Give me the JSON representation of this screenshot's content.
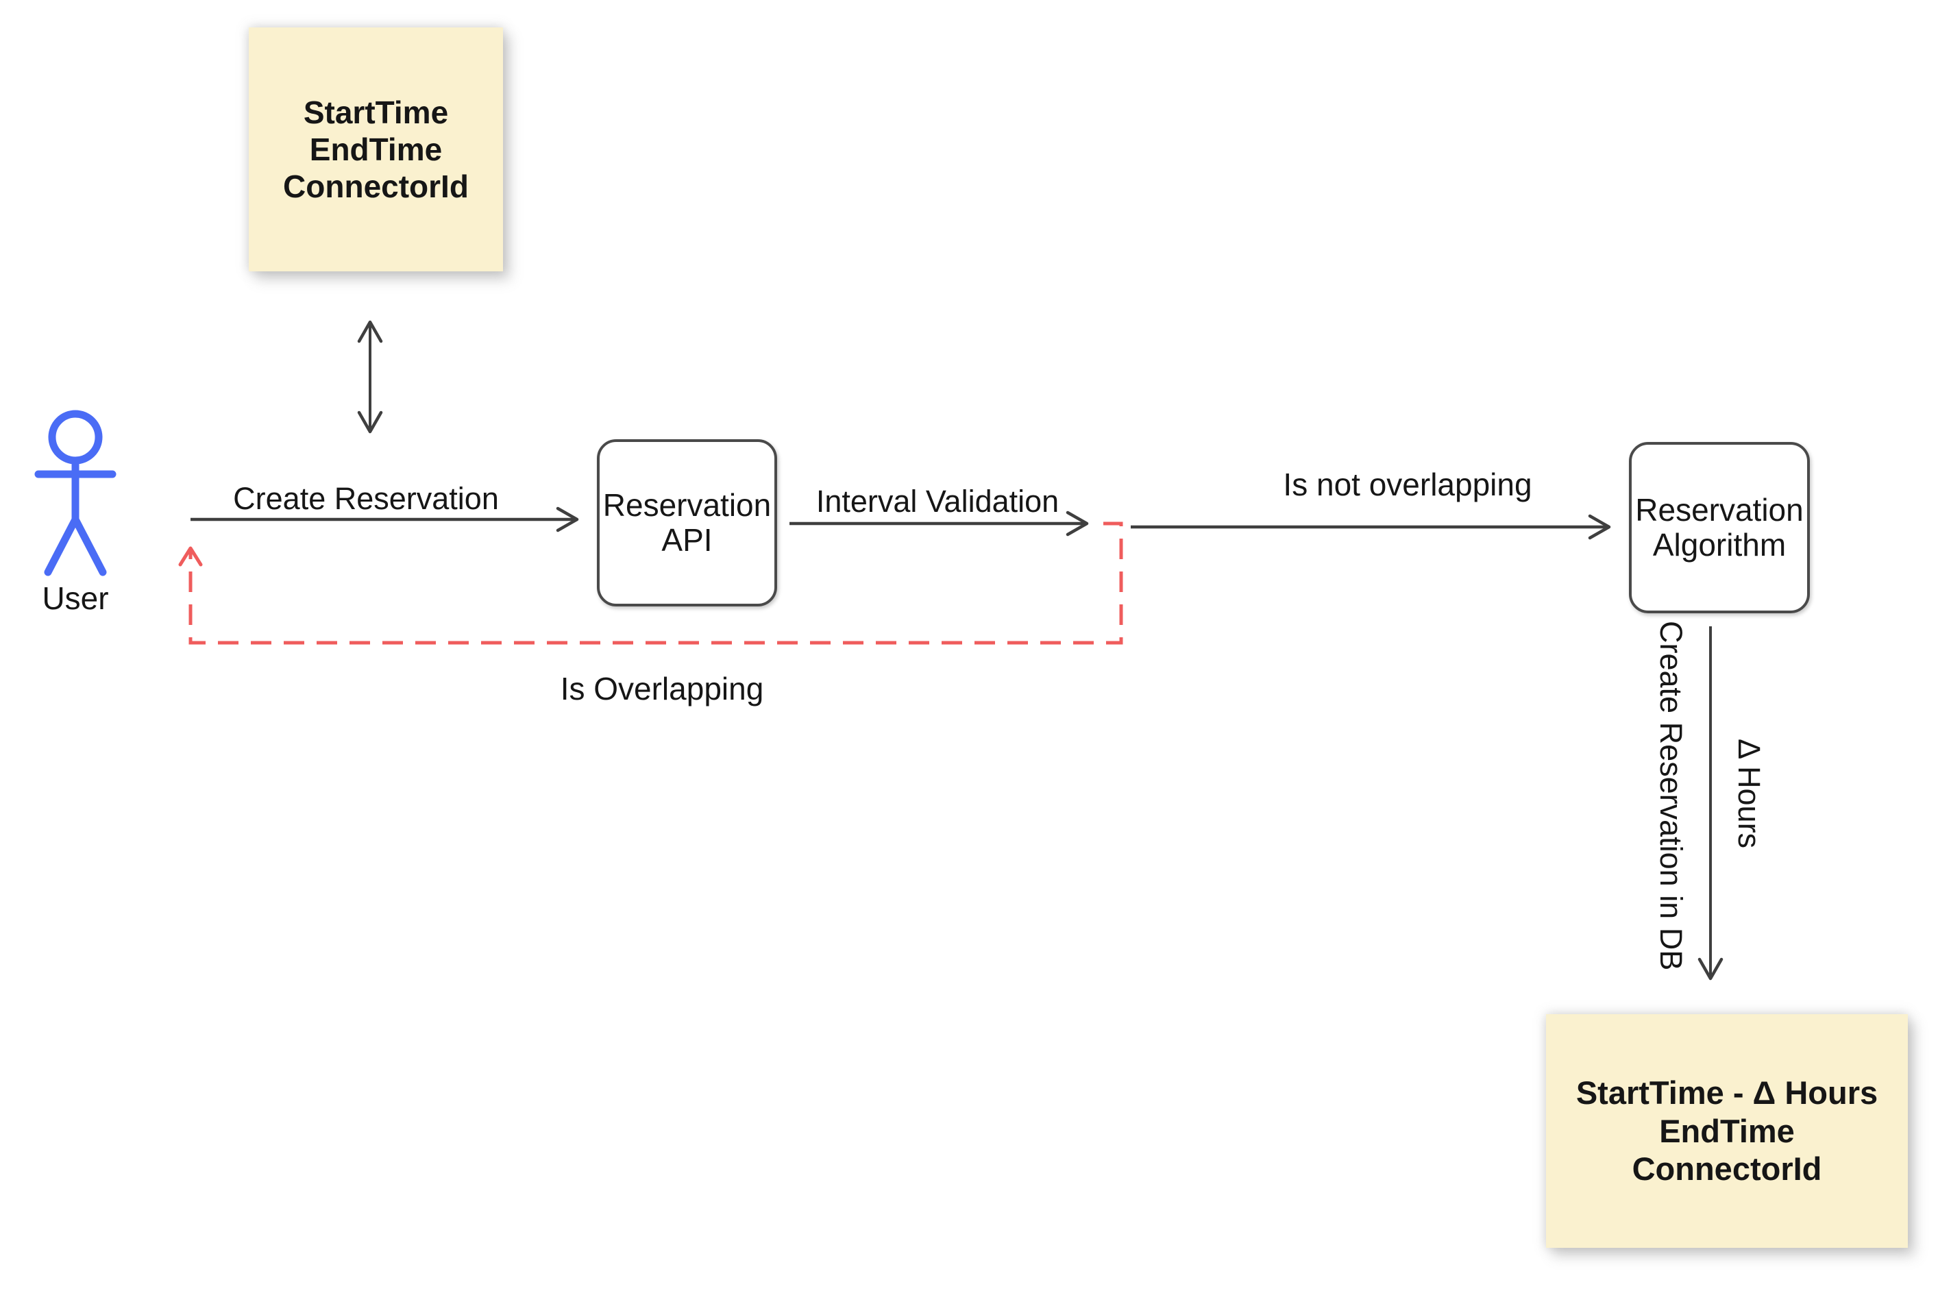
{
  "diagram": {
    "title_hint": "Reservation flow diagram",
    "colors": {
      "background": "#ffffff",
      "note_fill": "#faf1cf",
      "stroke": "#3f3f3f",
      "error_red": "#ef5c5c",
      "actor_blue": "#4a6cf5",
      "text": "#161616"
    },
    "actor": {
      "label": "User"
    },
    "notes": {
      "input": {
        "lines": [
          "StartTime",
          "EndTime",
          "ConnectorId"
        ]
      },
      "output": {
        "lines": [
          "StartTime - Δ Hours",
          "EndTime",
          "ConnectorId"
        ]
      }
    },
    "nodes": {
      "api": {
        "lines": [
          "Reservation",
          "API"
        ]
      },
      "algorithm": {
        "lines": [
          "Reservation",
          "Algorithm"
        ]
      }
    },
    "edges": {
      "create_reservation": "Create Reservation",
      "interval_validation": "Interval Validation",
      "is_not_overlapping": "Is not overlapping",
      "is_overlapping": "Is Overlapping",
      "create_in_db": "Create Reservation in DB",
      "delta_hours": "Δ Hours"
    }
  }
}
